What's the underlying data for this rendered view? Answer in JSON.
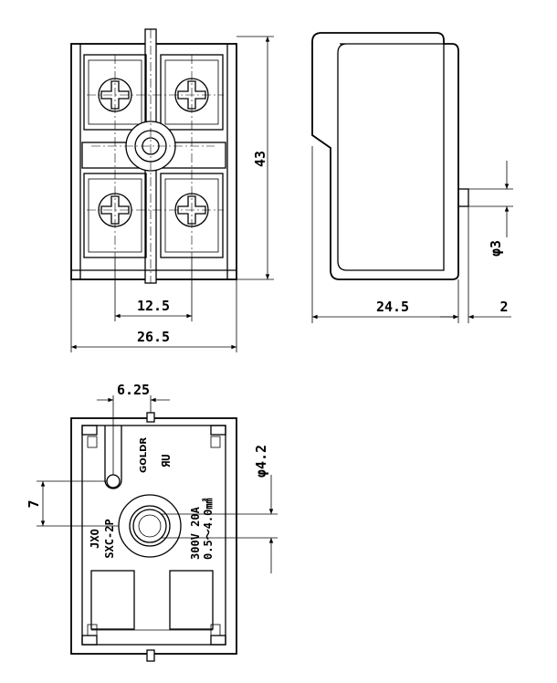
{
  "dimensions": {
    "height": "43",
    "terminal_pitch": "12.5",
    "overall_width": "26.5",
    "depth": "24.5",
    "pin_length": "2",
    "pin_diameter": "φ3",
    "hole_offset": "6.25",
    "hole_vertical": "7",
    "hole_diameter": "φ4.2"
  },
  "markings": {
    "brand": "GOLDR",
    "certification": "ЯU",
    "maker": "JXO",
    "model": "SXC-2P",
    "rating": "300V  20A",
    "wire": "0.5～4.0㎟"
  }
}
